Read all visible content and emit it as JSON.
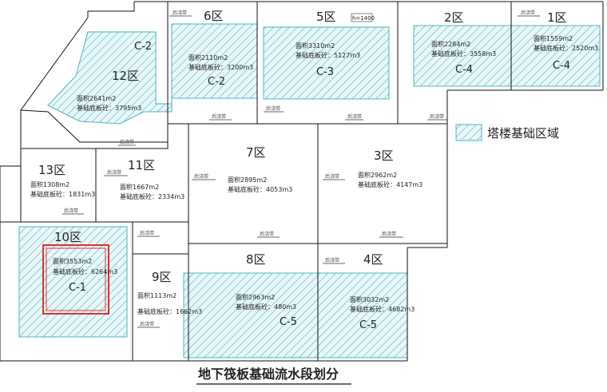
{
  "title": "地下筏板基础流水段划分",
  "legend": {
    "label": "塔楼基础区域",
    "hatch_color": "#4fb3bf",
    "fill_color": "#e6f6f8"
  },
  "zones": [
    {
      "id": "z1",
      "label": "1区",
      "area": "面积1559m2",
      "concrete": "基础底板砼：2520m3",
      "tower": "C-4"
    },
    {
      "id": "z2",
      "label": "2区",
      "area": "面积2284m2",
      "concrete": "基础底板砼：3558m3",
      "tower": "C-4"
    },
    {
      "id": "z3",
      "label": "3区",
      "area": "面积2962m2",
      "concrete": "基础底板砼：4147m3",
      "tower": ""
    },
    {
      "id": "z4",
      "label": "4区",
      "area": "面积3032m2",
      "concrete": "基础底板砼：4682m3",
      "tower": "C-5"
    },
    {
      "id": "z5",
      "label": "5区",
      "area": "面积3310m2",
      "concrete": "基础底板砼：5127m3",
      "tower": "C-3"
    },
    {
      "id": "z6",
      "label": "6区",
      "area": "面积2110m2",
      "concrete": "基础底板砼：3200m3",
      "tower": "C-2"
    },
    {
      "id": "z7",
      "label": "7区",
      "area": "面积2895m2",
      "concrete": "基础底板砼：4053m3",
      "tower": ""
    },
    {
      "id": "z8",
      "label": "8区",
      "area": "面积2963m2",
      "concrete": "基础底板砼：480m3",
      "tower": "C-5"
    },
    {
      "id": "z9",
      "label": "9区",
      "area": "面积1113m2",
      "concrete": "基础底板砼：1662m3",
      "tower": ""
    },
    {
      "id": "z10",
      "label": "10区",
      "area": "面积3553m2",
      "concrete": "基础底板砼：6264m3",
      "tower": "C-1"
    },
    {
      "id": "z11",
      "label": "11区",
      "area": "面积1667m2",
      "concrete": "基础底板砼：2334m3",
      "tower": ""
    },
    {
      "id": "z12",
      "label": "12区",
      "area": "面积2641m2",
      "concrete": "基础底板砼：3795m3",
      "tower": "C-2"
    },
    {
      "id": "z13",
      "label": "13区",
      "area": "面积1308m2",
      "concrete": "基础底板砼：1831m3",
      "tower": ""
    }
  ],
  "annotations": {
    "h_note": "h=1400",
    "joint": "后浇带"
  },
  "colors": {
    "line": "#111111",
    "hatch": "#4fb3bf",
    "highlight": "#e03030"
  }
}
